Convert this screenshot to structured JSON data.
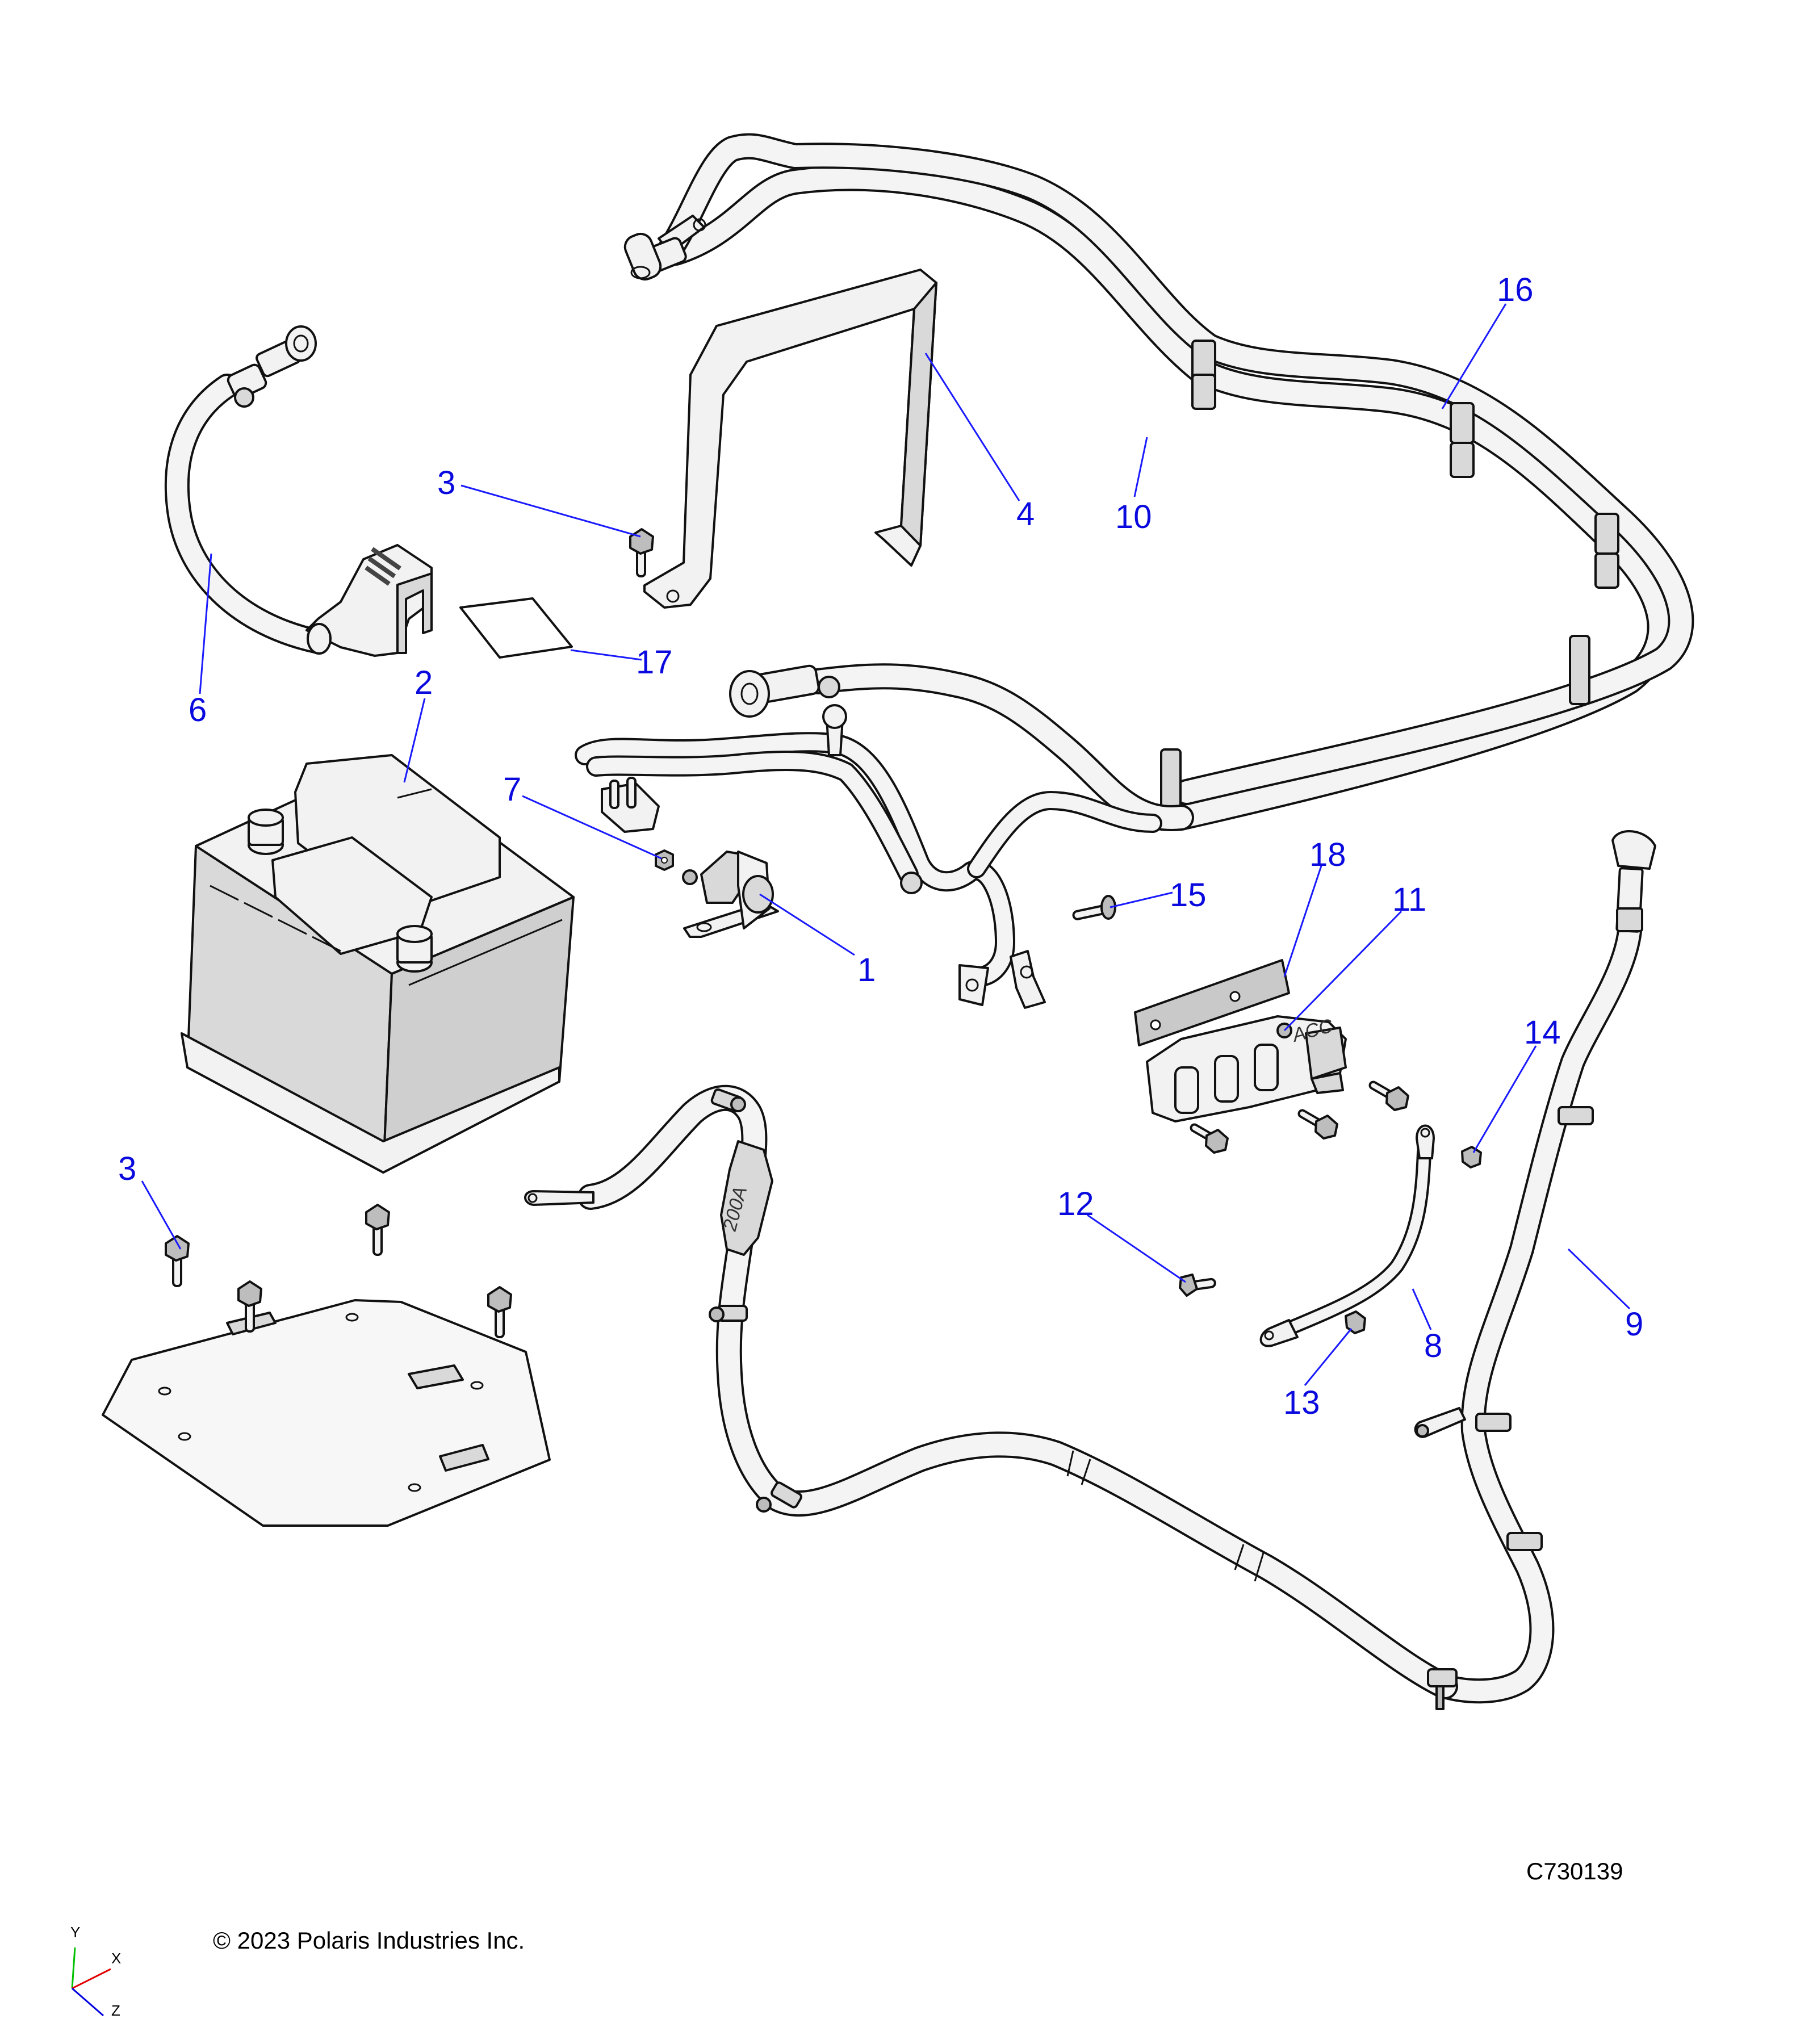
{
  "diagram": {
    "title": "Battery and cable assembly exploded view",
    "drawing_number": "C730139",
    "copyright": "© 2023 Polaris Industries Inc.",
    "callouts": {
      "c1": "1",
      "c2": "2",
      "c3a": "3",
      "c3b": "3",
      "c4": "4",
      "c6": "6",
      "c7": "7",
      "c8": "8",
      "c9": "9",
      "c10": "10",
      "c11": "11",
      "c12": "12",
      "c13": "13",
      "c14": "14",
      "c15": "15",
      "c16": "16",
      "c17": "17",
      "c18": "18"
    },
    "part_markings": {
      "fuse_rating": "200A",
      "fuse_box_terminal": "ACC"
    },
    "axis_triad": {
      "x_label": "X",
      "y_label": "Y",
      "z_label": "Z",
      "x_color": "#e00000",
      "y_color": "#00c000",
      "z_color": "#0000e0"
    },
    "colors": {
      "callout": "#0a0adf",
      "leader": "#1a1aff",
      "part_fill": "#f2f2f2",
      "outline": "#111111"
    }
  }
}
